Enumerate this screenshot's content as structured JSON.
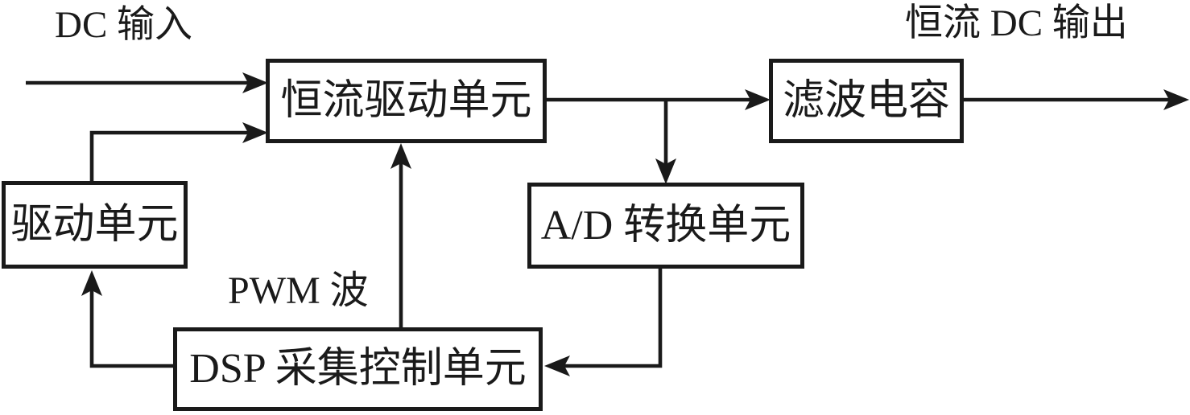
{
  "diagram": {
    "colors": {
      "ink": "#1a1a1a",
      "background": "#ffffff"
    },
    "annotations": {
      "dc_input": "DC 输入",
      "dc_output": "恒流 DC 输出",
      "pwm_wave": "PWM 波"
    },
    "nodes": [
      {
        "id": "constant-current-drive-unit",
        "label": "恒流驱动单元"
      },
      {
        "id": "filter-capacitor",
        "label": "滤波电容"
      },
      {
        "id": "drive-unit",
        "label": "驱动单元"
      },
      {
        "id": "ad-conversion-unit",
        "label": "A/D 转换单元"
      },
      {
        "id": "dsp-acquisition-control-unit",
        "label": "DSP 采集控制单元"
      }
    ],
    "edges": [
      {
        "from": "dc-input",
        "to": "constant-current-drive-unit",
        "label": ""
      },
      {
        "from": "drive-unit",
        "to": "constant-current-drive-unit",
        "label": ""
      },
      {
        "from": "constant-current-drive-unit",
        "to": "filter-capacitor",
        "label": ""
      },
      {
        "from": "constant-current-drive-unit",
        "to": "ad-conversion-unit",
        "label": ""
      },
      {
        "from": "filter-capacitor",
        "to": "dc-output",
        "label": ""
      },
      {
        "from": "ad-conversion-unit",
        "to": "dsp-acquisition-control-unit",
        "label": ""
      },
      {
        "from": "dsp-acquisition-control-unit",
        "to": "drive-unit",
        "label": ""
      },
      {
        "from": "dsp-acquisition-control-unit",
        "to": "constant-current-drive-unit",
        "label": "PWM 波"
      }
    ]
  }
}
